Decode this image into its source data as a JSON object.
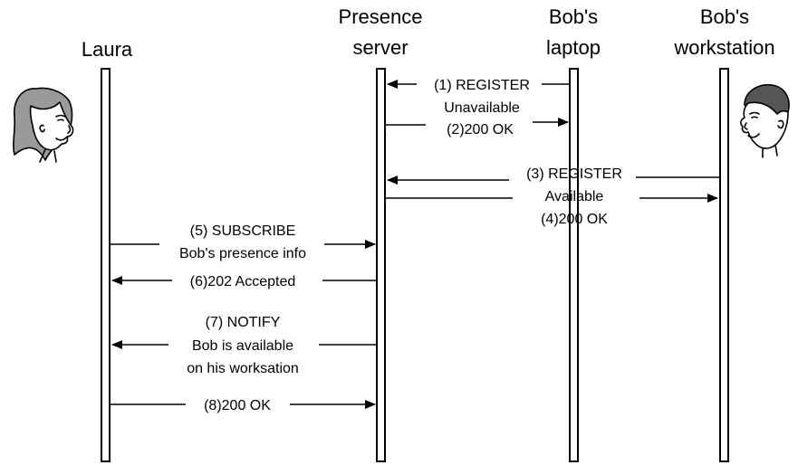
{
  "participants": {
    "laura": {
      "name": "Laura"
    },
    "server": {
      "line1": "Presence",
      "line2": "server"
    },
    "laptop": {
      "line1": "Bob's",
      "line2": "laptop"
    },
    "workstation": {
      "line1": "Bob's",
      "line2": "workstation"
    }
  },
  "messages": {
    "m1": {
      "line1": "(1) REGISTER",
      "line2": "Unavailable"
    },
    "m2": {
      "text": "(2)200 OK"
    },
    "m3": {
      "line1": "(3) REGISTER",
      "line2": "Available"
    },
    "m4": {
      "text": "(4)200 OK"
    },
    "m5": {
      "line1": "(5) SUBSCRIBE",
      "line2": "Bob's presence info"
    },
    "m6": {
      "text": "(6)202 Accepted"
    },
    "m7": {
      "line1": "(7) NOTIFY",
      "line2": "Bob is available",
      "line3": "on his worksation"
    },
    "m8": {
      "text": "(8)200 OK"
    }
  },
  "icons": {
    "laura": "woman-face-icon",
    "bob": "man-face-icon"
  }
}
